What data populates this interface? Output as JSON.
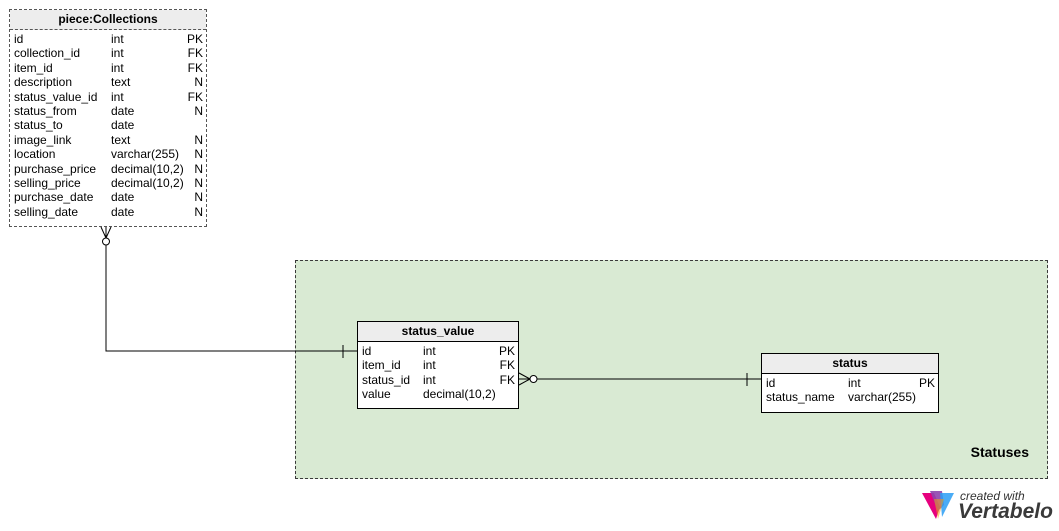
{
  "area": {
    "label": "Statuses",
    "color": "#d9ead3"
  },
  "entities": {
    "collections": {
      "title": "piece:Collections",
      "columns": [
        {
          "name": "id",
          "type": "int",
          "key": "PK"
        },
        {
          "name": "collection_id",
          "type": "int",
          "key": "FK"
        },
        {
          "name": "item_id",
          "type": "int",
          "key": "FK"
        },
        {
          "name": "description",
          "type": "text",
          "key": "N"
        },
        {
          "name": "status_value_id",
          "type": "int",
          "key": "FK"
        },
        {
          "name": "status_from",
          "type": "date",
          "key": "N"
        },
        {
          "name": "status_to",
          "type": "date",
          "key": ""
        },
        {
          "name": "image_link",
          "type": "text",
          "key": "N"
        },
        {
          "name": "location",
          "type": "varchar(255)",
          "key": "N"
        },
        {
          "name": "purchase_price",
          "type": "decimal(10,2)",
          "key": "N"
        },
        {
          "name": "selling_price",
          "type": "decimal(10,2)",
          "key": "N"
        },
        {
          "name": "purchase_date",
          "type": "date",
          "key": "N"
        },
        {
          "name": "selling_date",
          "type": "date",
          "key": "N"
        }
      ]
    },
    "status_value": {
      "title": "status_value",
      "columns": [
        {
          "name": "id",
          "type": "int",
          "key": "PK"
        },
        {
          "name": "item_id",
          "type": "int",
          "key": "FK"
        },
        {
          "name": "status_id",
          "type": "int",
          "key": "FK"
        },
        {
          "name": "value",
          "type": "decimal(10,2)",
          "key": ""
        }
      ]
    },
    "status": {
      "title": "status",
      "columns": [
        {
          "name": "id",
          "type": "int",
          "key": "PK"
        },
        {
          "name": "status_name",
          "type": "varchar(255)",
          "key": ""
        }
      ]
    }
  },
  "relationships": [
    {
      "from": "collections",
      "from_cardinality": "zero-or-many",
      "to": "status_value",
      "to_cardinality": "one"
    },
    {
      "from": "status_value",
      "from_cardinality": "zero-or-many",
      "to": "status",
      "to_cardinality": "one"
    }
  ],
  "logo": {
    "tagline": "created with",
    "brand": "Vertabelo",
    "colors": [
      "#e6007e",
      "#8e44ad",
      "#2a9df4",
      "#f39c12"
    ]
  }
}
